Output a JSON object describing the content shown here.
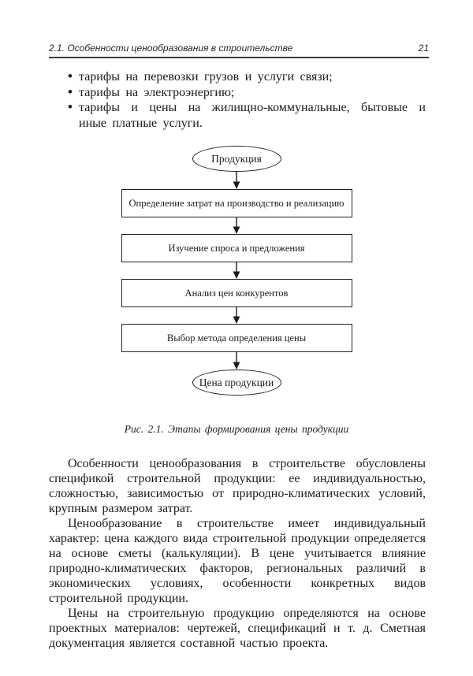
{
  "header": {
    "section": "2.1. Особенности ценообразования в строительстве",
    "page_number": "21"
  },
  "bullets": [
    "тарифы на перевозки грузов и услуги связи;",
    "тарифы на электроэнергию;",
    "тарифы и цены на жилищно-коммунальные, бытовые и иные платные услуги."
  ],
  "flowchart": {
    "nodes": [
      {
        "type": "ellipse",
        "label": "Продукция"
      },
      {
        "type": "box",
        "label": "Определение затрат на производство и реализацию"
      },
      {
        "type": "box",
        "label": "Изучение спроса и предложения"
      },
      {
        "type": "box",
        "label": "Анализ цен конкурентов"
      },
      {
        "type": "box",
        "label": "Выбор метода определения цены"
      },
      {
        "type": "ellipse",
        "label": "Цена продукции"
      }
    ]
  },
  "caption": "Рис. 2.1. Этапы формирования цены продукции",
  "paragraphs": [
    "Особенности ценообразования в строительстве обусловлены спецификой строительной продукции: ее индивидуальностью, сложностью, зависимостью от природно-климатических условий, крупным размером затрат.",
    "Ценообразование в строительстве имеет индивидуальный характер: цена каждого вида строительной продукции определяется на основе сметы (калькуляции). В цене учитывается влияние природно-климатических факторов, региональных различий в экономических условиях, особенности конкретных видов строительной продукции.",
    "Цены на строительную продукцию определяются на основе проектных материалов: чертежей, спецификаций и т. д. Сметная документация является составной частью проекта."
  ],
  "colors": {
    "text": "#1b1b1b",
    "line": "#222222",
    "background": "#ffffff"
  }
}
